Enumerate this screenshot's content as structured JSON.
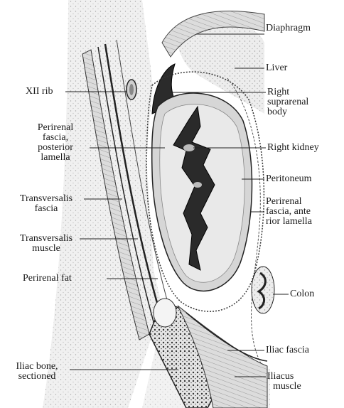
{
  "labels": {
    "diaphragm": "Diaphragm",
    "liver": "Liver",
    "right_suprarenal": [
      "Right",
      "suprarenal",
      "body"
    ],
    "right_kidney": "Right kidney",
    "peritoneum": "Peritoneum",
    "perirenal_anterior": [
      "Perirenal",
      "fascia, ante",
      "rior lamella"
    ],
    "colon": "Colon",
    "iliac_fascia": "Iliac fascia",
    "iliacus_muscle": [
      "Iliacus",
      "muscle"
    ],
    "xii_rib": "XII rib",
    "perirenal_posterior": [
      "Perirenal",
      "fascia,",
      "posterior",
      "lamella"
    ],
    "transversalis_fascia": [
      "Transversalis",
      "fascia"
    ],
    "transversalis_muscle": [
      "Transversalis",
      "muscle"
    ],
    "perirenal_fat": "Perirenal fat",
    "iliac_bone": [
      "Iliac bone,",
      "sectioned"
    ]
  }
}
